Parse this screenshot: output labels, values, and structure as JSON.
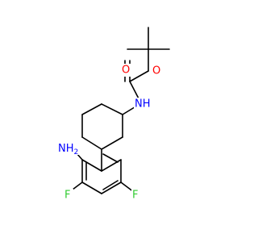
{
  "structure": {
    "labels": {
      "carbonyl_oxygen": "O",
      "ether_oxygen": "O",
      "carbamate_nitrogen": "NH",
      "amino_group": "NH2",
      "amino_main": "NH",
      "amino_subscript": "2",
      "fluorine_left": "F",
      "fluorine_right": "F"
    },
    "colors": {
      "bond": "#000000",
      "oxygen": "#ff0000",
      "nitrogen": "#0000ff",
      "fluorine": "#33cc33",
      "background": "#ffffff"
    }
  }
}
